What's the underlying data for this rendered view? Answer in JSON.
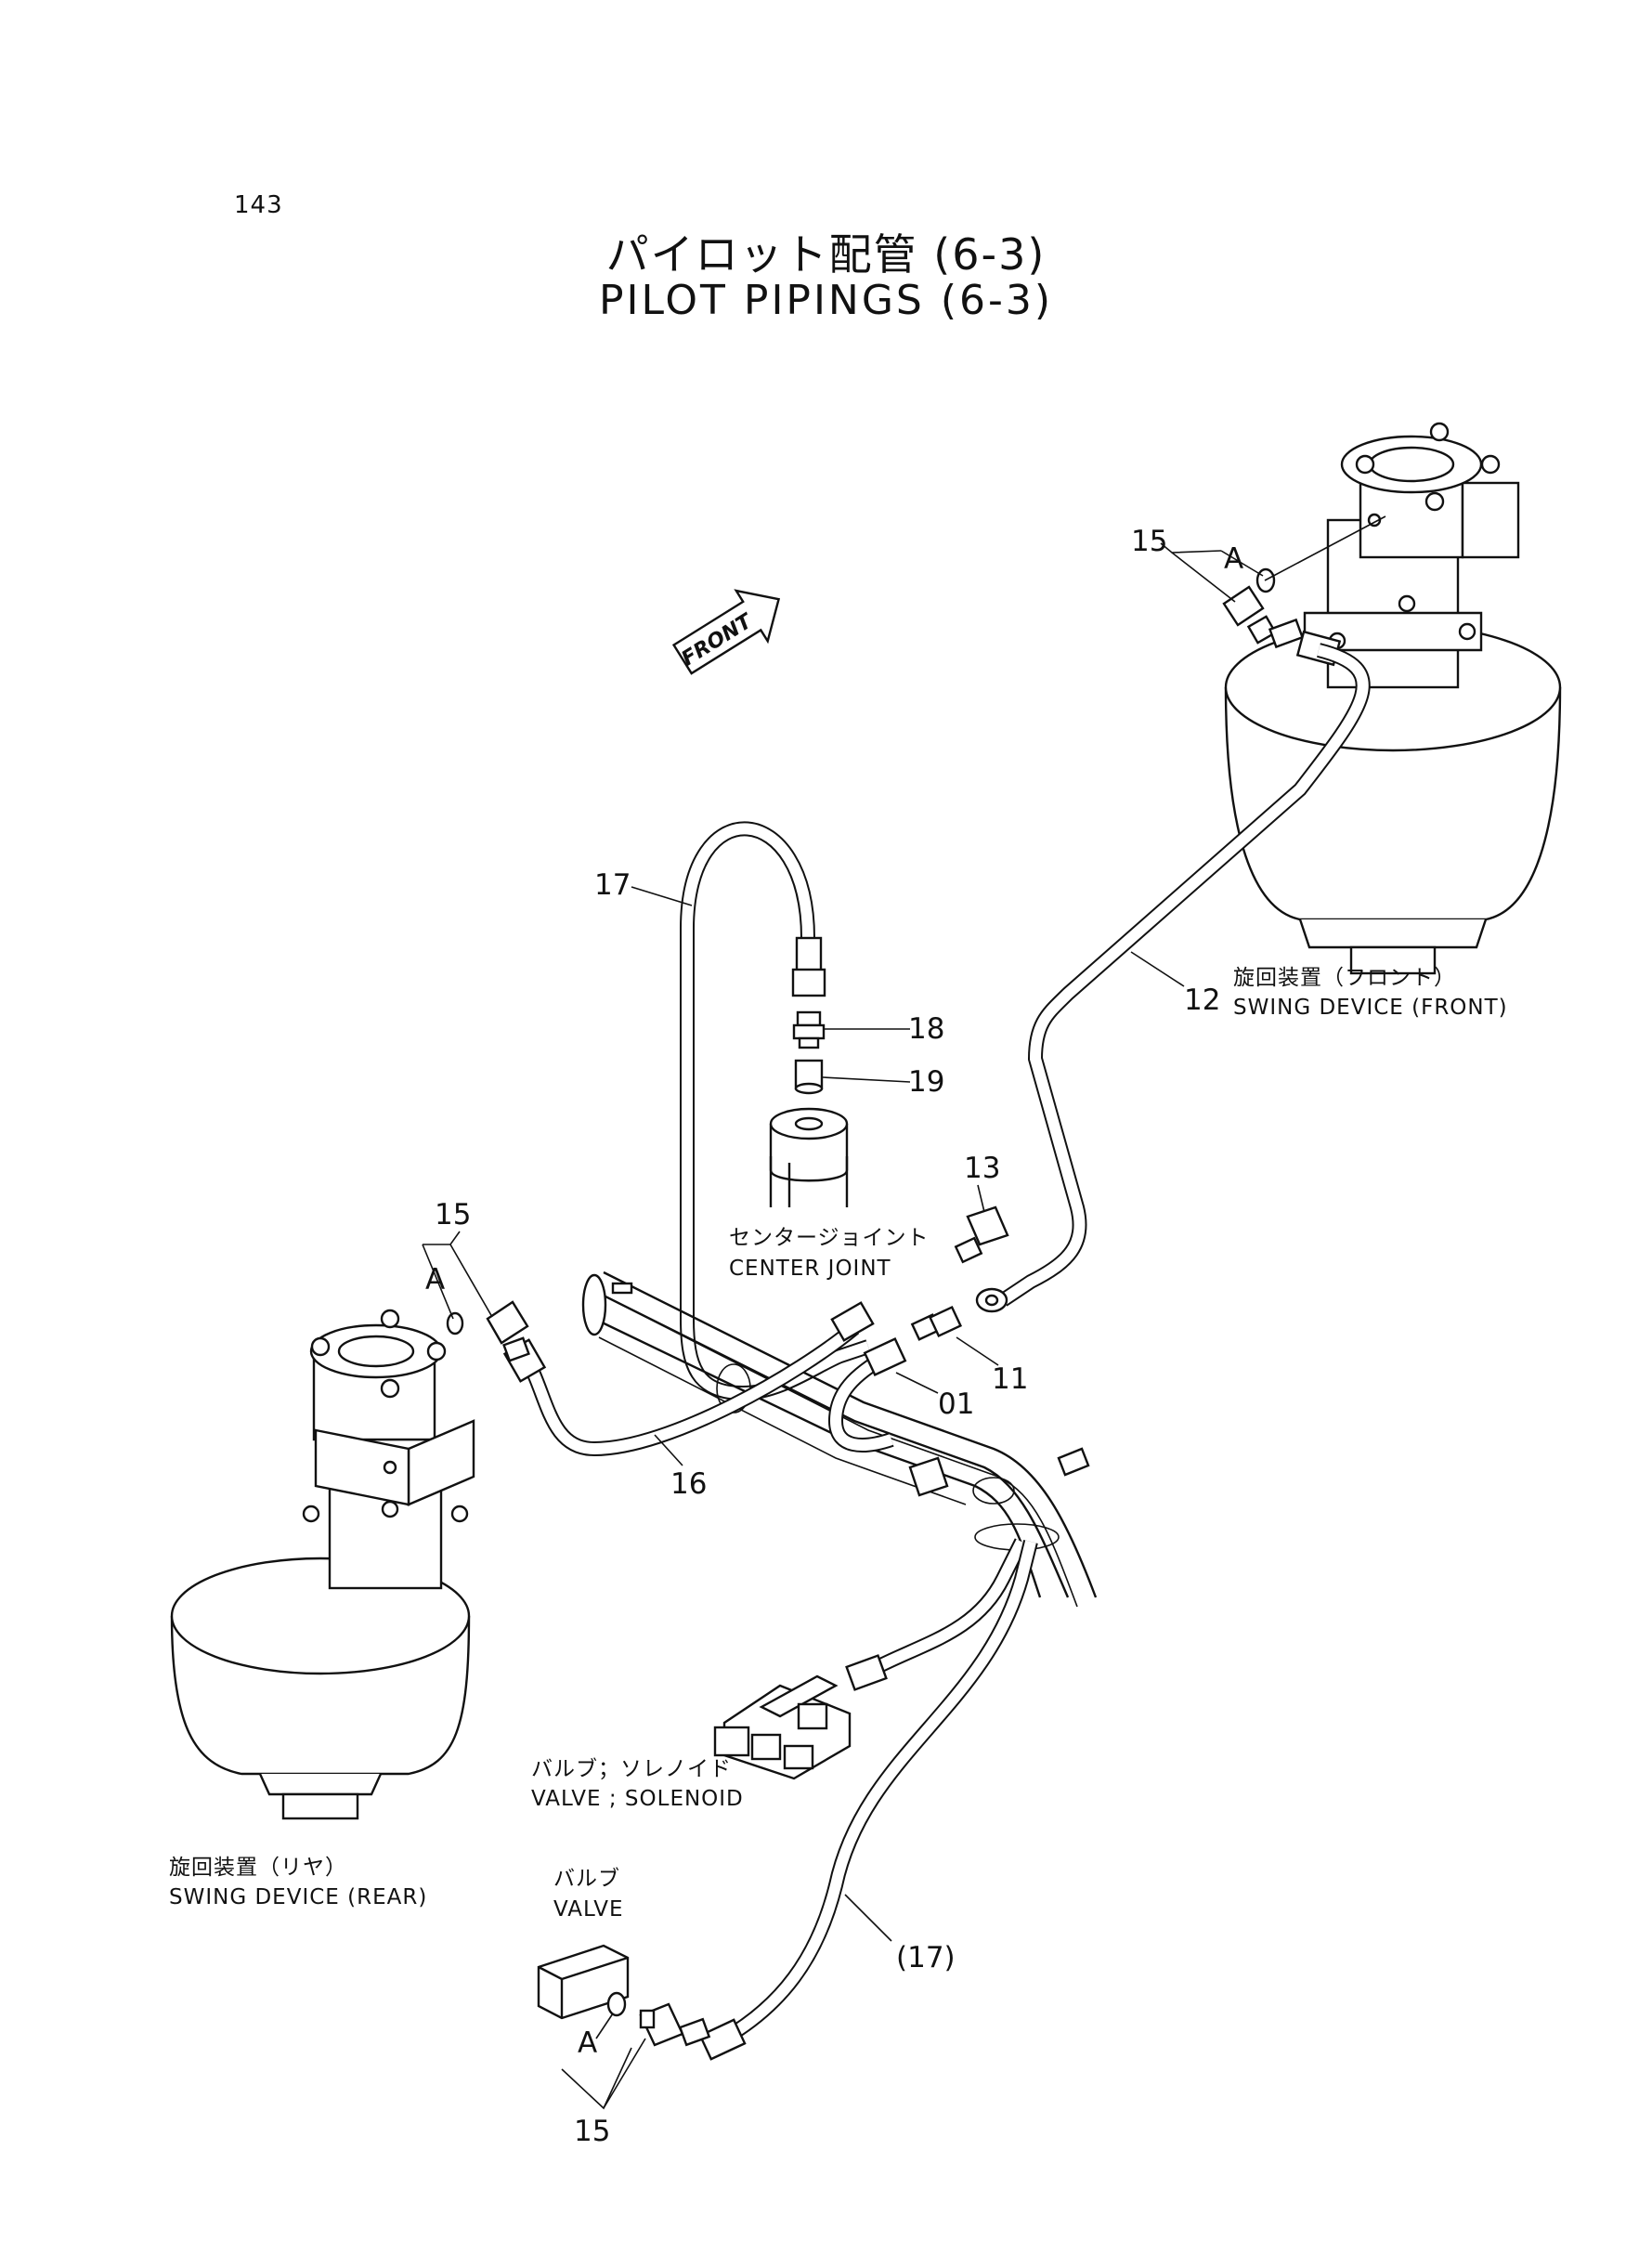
{
  "page_number": "143",
  "title": {
    "japanese": "パイロット配管 (6-3)",
    "english": "PILOT PIPINGS (6-3)"
  },
  "front_arrow": "FRONT",
  "callouts": {
    "p15_front": "15",
    "a_front": "A",
    "p17": "17",
    "p18": "18",
    "p19": "19",
    "p12": "12",
    "p13": "13",
    "p15_rear": "15",
    "a_rear": "A",
    "p11": "11",
    "p01": "01",
    "p16": "16",
    "p17_ref": "(17)",
    "a_valve": "A",
    "p15_valve": "15"
  },
  "components": {
    "swing_front_jp": "旋回装置（フロント）",
    "swing_front_en": "SWING  DEVICE (FRONT)",
    "center_joint_jp": "センタージョイント",
    "center_joint_en": "CENTER  JOINT",
    "swing_rear_jp": "旋回装置（リヤ）",
    "swing_rear_en": "SWING  DEVICE (REAR)",
    "solenoid_jp": "バルブ；ソレノイド",
    "solenoid_en": "VALVE ; SOLENOID",
    "valve_jp": "バルブ",
    "valve_en": "VALVE"
  }
}
